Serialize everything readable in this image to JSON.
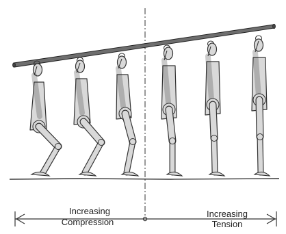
{
  "diagram": {
    "left_label_line1": "Increasing",
    "left_label_line2": "Compression",
    "right_label_line1": "Increasing",
    "right_label_line2": "Tension"
  },
  "colors": {
    "ink": "#333333",
    "beam_fill": "#6e6e6e",
    "body_shading": "#d9d9d9",
    "background": "#ffffff"
  },
  "figures": [
    {
      "name": "figure-1",
      "posture": "deep squat"
    },
    {
      "name": "figure-2",
      "posture": "squat"
    },
    {
      "name": "figure-3",
      "posture": "half squat"
    },
    {
      "name": "figure-4",
      "posture": "standing"
    },
    {
      "name": "figure-5",
      "posture": "standing"
    },
    {
      "name": "figure-6",
      "posture": "standing"
    }
  ]
}
